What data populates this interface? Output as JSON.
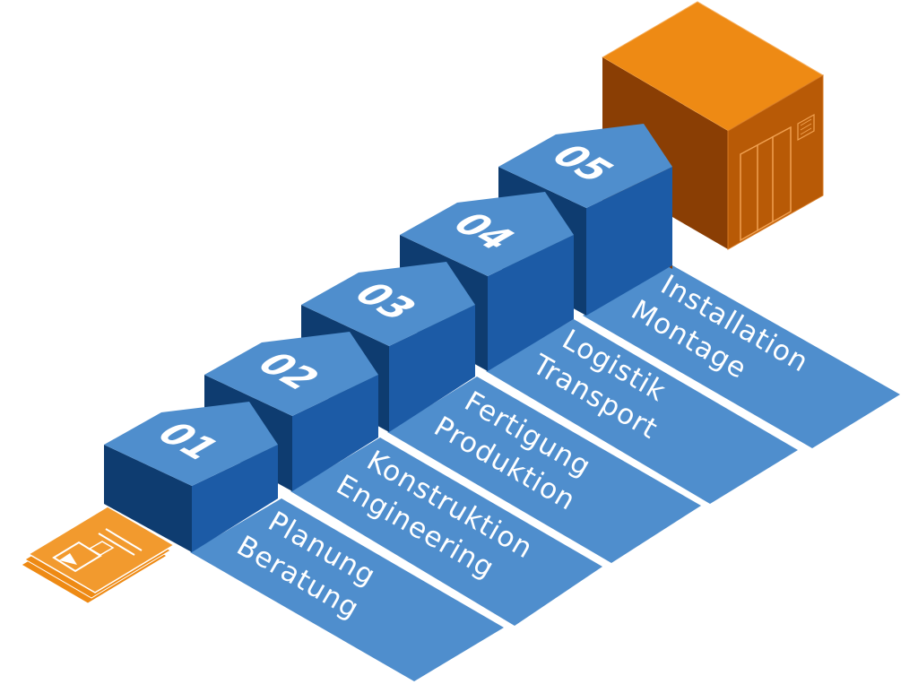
{
  "colors": {
    "top": "#4f8ecd",
    "front": "#1c5ba6",
    "side": "#0e3c70",
    "strip": "#4f8ecd",
    "orange": "#ee8a14",
    "orange_dark": "#b85a06",
    "orange_side": "#8a3e04"
  },
  "steps": [
    {
      "number": "01",
      "line1": "Planung",
      "line2": "Beratung"
    },
    {
      "number": "02",
      "line1": "Konstruktion",
      "line2": "Engineering"
    },
    {
      "number": "03",
      "line1": "Fertigung",
      "line2": "Produktion"
    },
    {
      "number": "04",
      "line1": "Logistik",
      "line2": "Transport"
    },
    {
      "number": "05",
      "line1": "Installation",
      "line2": "Montage"
    }
  ],
  "icons": {
    "start": "document-stack-icon",
    "end": "container-icon"
  }
}
